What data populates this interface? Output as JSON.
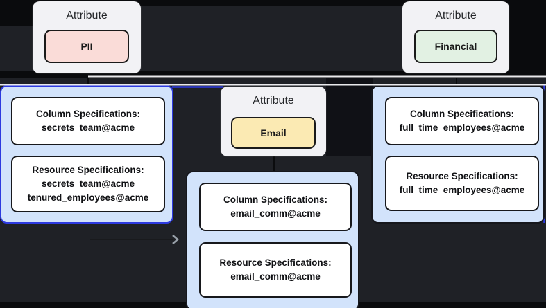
{
  "diagram": {
    "attribute_nodes": [
      {
        "header": "Attribute",
        "label": "PII",
        "fill": "#fadcd8"
      },
      {
        "header": "Attribute",
        "label": "Email",
        "fill": "#fbeab3"
      },
      {
        "header": "Attribute",
        "label": "Financial",
        "fill": "#e2f1e3"
      }
    ],
    "spec_groups": [
      {
        "name": "pii-specs",
        "selected": true,
        "column_box": {
          "title": "Column Specifications:",
          "lines": [
            "secrets_team@acme"
          ]
        },
        "resource_box": {
          "title": "Resource Specifications:",
          "lines": [
            "secrets_team@acme",
            "tenured_employees@acme"
          ]
        }
      },
      {
        "name": "email-specs",
        "selected": false,
        "column_box": {
          "title": "Column Specifications:",
          "lines": [
            "email_comm@acme"
          ]
        },
        "resource_box": {
          "title": "Resource Specifications:",
          "lines": [
            "email_comm@acme"
          ]
        }
      },
      {
        "name": "financial-specs",
        "selected": false,
        "column_box": {
          "title": "Column Specifications:",
          "lines": [
            "full_time_employees@acme"
          ]
        },
        "resource_box": {
          "title": "Resource Specifications:",
          "lines": [
            "full_time_employees@acme"
          ]
        }
      }
    ],
    "colors": {
      "canvas_background": "#1f2126",
      "dark_band": "#0a0b0d",
      "edge_light": "#e9e9ec",
      "edge_selected_blue": "#2d3ae0",
      "group_fill": "#d2e3fb",
      "group_border": "#16171c",
      "group_border_selected": "#2d3ae0",
      "attribute_node_fill": "#f2f2f5",
      "pill_pii_fill": "#fadcd8",
      "pill_email_fill": "#fbeab3",
      "pill_financial_fill": "#e2f1e3",
      "spec_box_fill": "#ffffff",
      "arrowhead": "#9aa2ab"
    }
  }
}
